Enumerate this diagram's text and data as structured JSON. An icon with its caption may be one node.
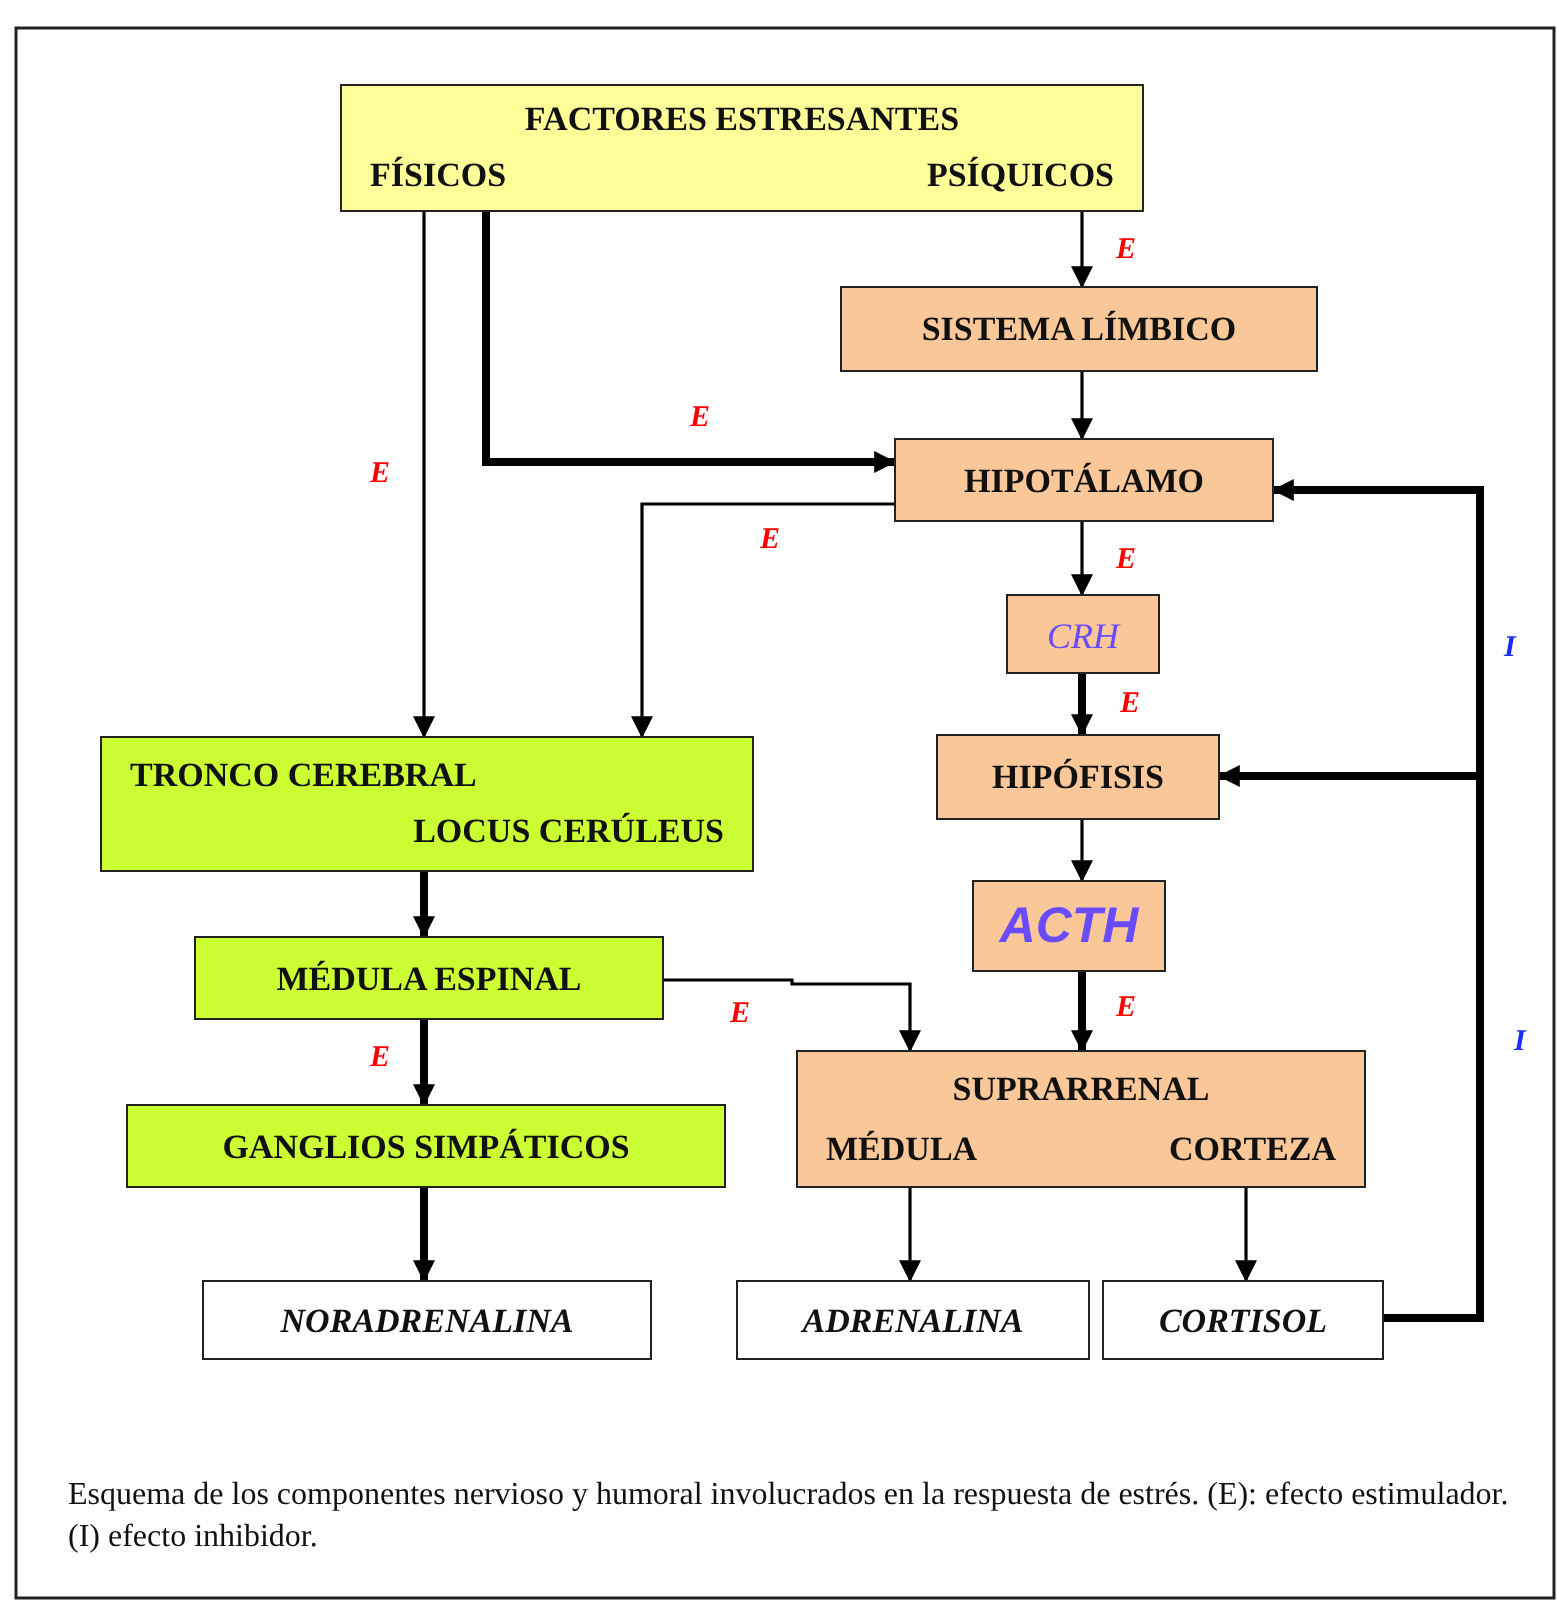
{
  "diagram": {
    "caption": "Esquema de los componentes nervioso y humoral involucrados en la respuesta de estrés. (E): efecto estimulador. (I) efecto inhibidor.",
    "nodes": [
      {
        "text": [
          "FACTORES ESTRESANTES",
          "FÍSICOS",
          "PSÍQUICOS"
        ]
      },
      {
        "text": [
          "SISTEMA LÍMBICO"
        ]
      },
      {
        "text": [
          "HIPOTÁLAMO"
        ]
      },
      {
        "text": [
          "CRH"
        ]
      },
      {
        "text": [
          "HIPÓFISIS"
        ]
      },
      {
        "text": [
          "ACTH"
        ]
      },
      {
        "text": [
          "TRONCO CEREBRAL",
          "LOCUS CERÚLEUS"
        ]
      },
      {
        "text": [
          "MÉDULA ESPINAL"
        ]
      },
      {
        "text": [
          "GANGLIOS SIMPÁTICOS"
        ]
      },
      {
        "text": [
          "SUPRARRENAL",
          "MÉDULA",
          "CORTEZA"
        ]
      },
      {
        "text": [
          "NORADRENALINA"
        ]
      },
      {
        "text": [
          "ADRENALINA"
        ]
      },
      {
        "text": [
          "CORTISOL"
        ]
      }
    ],
    "edges": [
      {
        "from": 0,
        "to": 6,
        "arrow": "to",
        "label": "E"
      },
      {
        "from": 0,
        "to": 2,
        "arrow": "to",
        "label": "E",
        "style": "thick"
      },
      {
        "from": 0,
        "to": 1,
        "arrow": "to",
        "label": "E"
      },
      {
        "from": 1,
        "to": 2,
        "arrow": "to"
      },
      {
        "from": 2,
        "to": 6,
        "arrow": "to",
        "label": "E"
      },
      {
        "from": 2,
        "to": 3,
        "arrow": "to",
        "label": "E"
      },
      {
        "from": 3,
        "to": 4,
        "arrow": "to",
        "label": "E",
        "style": "thick"
      },
      {
        "from": 4,
        "to": 5,
        "arrow": "to"
      },
      {
        "from": 5,
        "to": 9,
        "arrow": "to",
        "label": "E",
        "style": "thick"
      },
      {
        "from": 6,
        "to": 7,
        "arrow": "to",
        "style": "thick"
      },
      {
        "from": 7,
        "to": 8,
        "arrow": "to",
        "label": "E",
        "style": "thick"
      },
      {
        "from": 7,
        "to": 9,
        "arrow": "to",
        "label": "E"
      },
      {
        "from": 8,
        "to": 10,
        "arrow": "to",
        "style": "thick"
      },
      {
        "from": 9,
        "to": 11,
        "arrow": "to"
      },
      {
        "from": 9,
        "to": 12,
        "arrow": "to"
      },
      {
        "from": 12,
        "to": 2,
        "arrow": "to",
        "label": "I",
        "style": "thick"
      },
      {
        "from": 12,
        "to": 4,
        "arrow": "to",
        "label": "I",
        "style": "thick"
      }
    ]
  }
}
